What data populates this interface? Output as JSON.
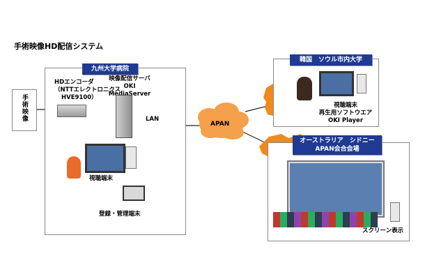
{
  "title": "手術映像HD配信システム",
  "kyushu": {
    "header": "九州大学病院",
    "encoder": [
      "HDエンコーダ",
      "（NTTエレクトロニクス",
      "HVE9100）"
    ],
    "server": [
      "映像配信サーバ",
      "OKI MediaServer"
    ],
    "lan": "LAN",
    "viewer": "視聴端末",
    "admin": "登録・管理端末"
  },
  "surgery_input": "手術映像",
  "network": "APAN",
  "korea": {
    "header": "韓国　ソウル市内大学",
    "caption": [
      "視聴端末",
      "再生用ソフトウエア",
      "OKI Player"
    ]
  },
  "australia": {
    "header": [
      "オーストラリア　シドニー",
      "APAN会合会場"
    ],
    "caption": "スクリーン表示"
  },
  "colors": {
    "header_bg": "#1f3a93",
    "map_orange": "#f08a1c",
    "cloud": "#f5a04a"
  }
}
